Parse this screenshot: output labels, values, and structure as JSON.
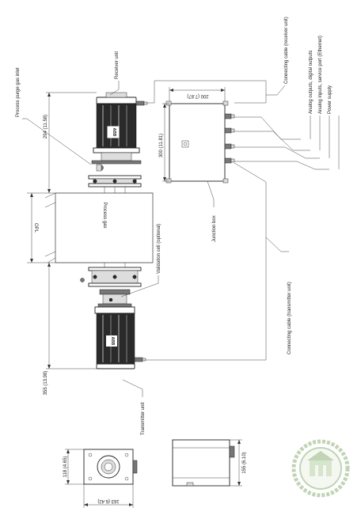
{
  "labels": {
    "process_purge_gas_inlet": "Process purge gas inlet",
    "receiver_unit": "Receiver unit",
    "connecting_cable_receiver": "Connecting cable (receiver unit)",
    "analog_outputs": "Analog outputs, digital outputs",
    "analog_inputs": "Analog inputs, service port (Ethernet)",
    "power_supply": "Power supply",
    "junction_box": "Junction box",
    "process_gas": "Process gas",
    "opl": "OPL",
    "validation_cell": "Validation cell (optional)",
    "connecting_cable_transmitter": "Connecting cable (transmitter unit)",
    "transmitter_unit": "Transmitter unit",
    "abb_logo": "ABB"
  },
  "dimensions": {
    "receiver_height": "294 (11.58)",
    "transmitter_height": "355 (13.98)",
    "jbox_width": "200 (7.87)",
    "jbox_height": "300 (11.81)",
    "flange_118": "118 (4.65)",
    "flange_163": "163 (6.42)",
    "box_155": "155 (6.10)"
  },
  "colors": {
    "line": "#333333",
    "body_dark": "#2a2a2a",
    "seal": "#8fb27a"
  },
  "icons": {
    "seal": "watermark-seal"
  }
}
